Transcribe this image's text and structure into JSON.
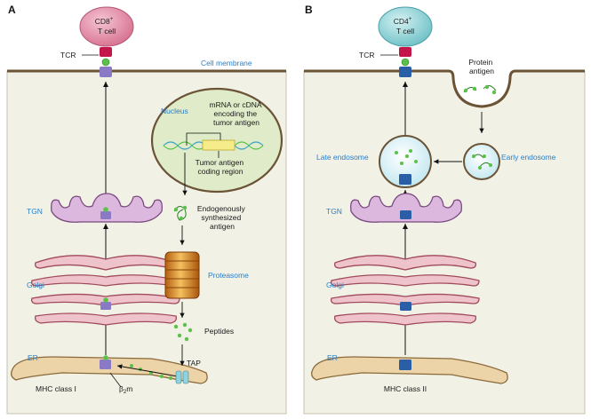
{
  "panel_a": {
    "letter": "A",
    "cell_name": "CD8",
    "cell_sup": "+",
    "cell_sub": "T cell",
    "tcr": "TCR",
    "membrane": "Cell membrane",
    "nucleus": "Nucleus",
    "mrna_lines": [
      "mRNA or cDNA",
      "encoding the",
      "tumor antigen"
    ],
    "coding_lines": [
      "Tumor antigen",
      "coding region"
    ],
    "tgn": "TGN",
    "endogenous_lines": [
      "Endogenously",
      "synthesized",
      "antigen"
    ],
    "proteasome": "Proteasome",
    "golgi": "Golgi",
    "peptides": "Peptides",
    "er": "ER",
    "tap": "TAP",
    "mhc": "MHC class I",
    "b2m_main": "β",
    "b2m_sub": "2",
    "b2m_end": "m"
  },
  "panel_b": {
    "letter": "B",
    "cell_name": "CD4",
    "cell_sup": "+",
    "cell_sub": "T cell",
    "tcr": "TCR",
    "protein_lines": [
      "Protein",
      "antigen"
    ],
    "late_endosome": "Late endosome",
    "early_endosome": "Early endosome",
    "tgn": "TGN",
    "golgi": "Golgi",
    "er": "ER",
    "mhc": "MHC class II"
  },
  "colors": {
    "cytoplasm": "#f1f1e6",
    "membrane": "#6b5336",
    "cd8_cell": "#e38fa8",
    "cd4_cell": "#8ed2d6",
    "tgn_fill": "#dcb8df",
    "golgi_fill": "#efc3cb",
    "er_fill": "#ecd4a8",
    "nucleus_fill": "#e0ebc9",
    "proteasome": "#e09a2c",
    "mhc_i": "#8a79c4",
    "mhc_ii": "#2a5fa8",
    "antigen_green": "#5cc14a",
    "label_blue": "#2a7fc9"
  }
}
